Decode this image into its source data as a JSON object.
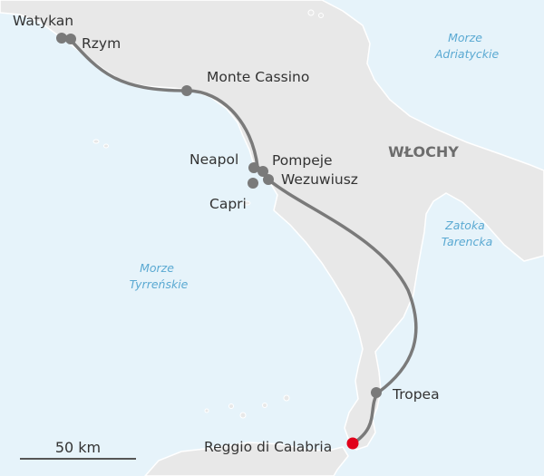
{
  "colors": {
    "sea": "#e6f3fa",
    "land": "#e8e8e8",
    "coast": "#ffffff",
    "route": "#7a7a7a",
    "stop": "#7a7a7a",
    "destination": "#e1001a",
    "sea_label": "#5aa9d2"
  },
  "map": {
    "country": "WŁOCHY",
    "seas": [
      {
        "line1": "Morze",
        "line2": "Adriatyckie"
      },
      {
        "line1": "Zatoka",
        "line2": "Tarencka"
      },
      {
        "line1": "Morze",
        "line2": "Tyrreńskie"
      }
    ],
    "places": [
      {
        "name": "Watykan",
        "type": "stop"
      },
      {
        "name": "Rzym",
        "type": "stop"
      },
      {
        "name": "Monte Cassino",
        "type": "stop"
      },
      {
        "name": "Neapol",
        "type": "stop"
      },
      {
        "name": "Pompeje",
        "type": "stop"
      },
      {
        "name": "Wezuwiusz",
        "type": "stop"
      },
      {
        "name": "Capri",
        "type": "stop"
      },
      {
        "name": "Tropea",
        "type": "stop"
      },
      {
        "name": "Reggio di Calabria",
        "type": "destination"
      }
    ],
    "scale": {
      "label": "50 km"
    }
  }
}
